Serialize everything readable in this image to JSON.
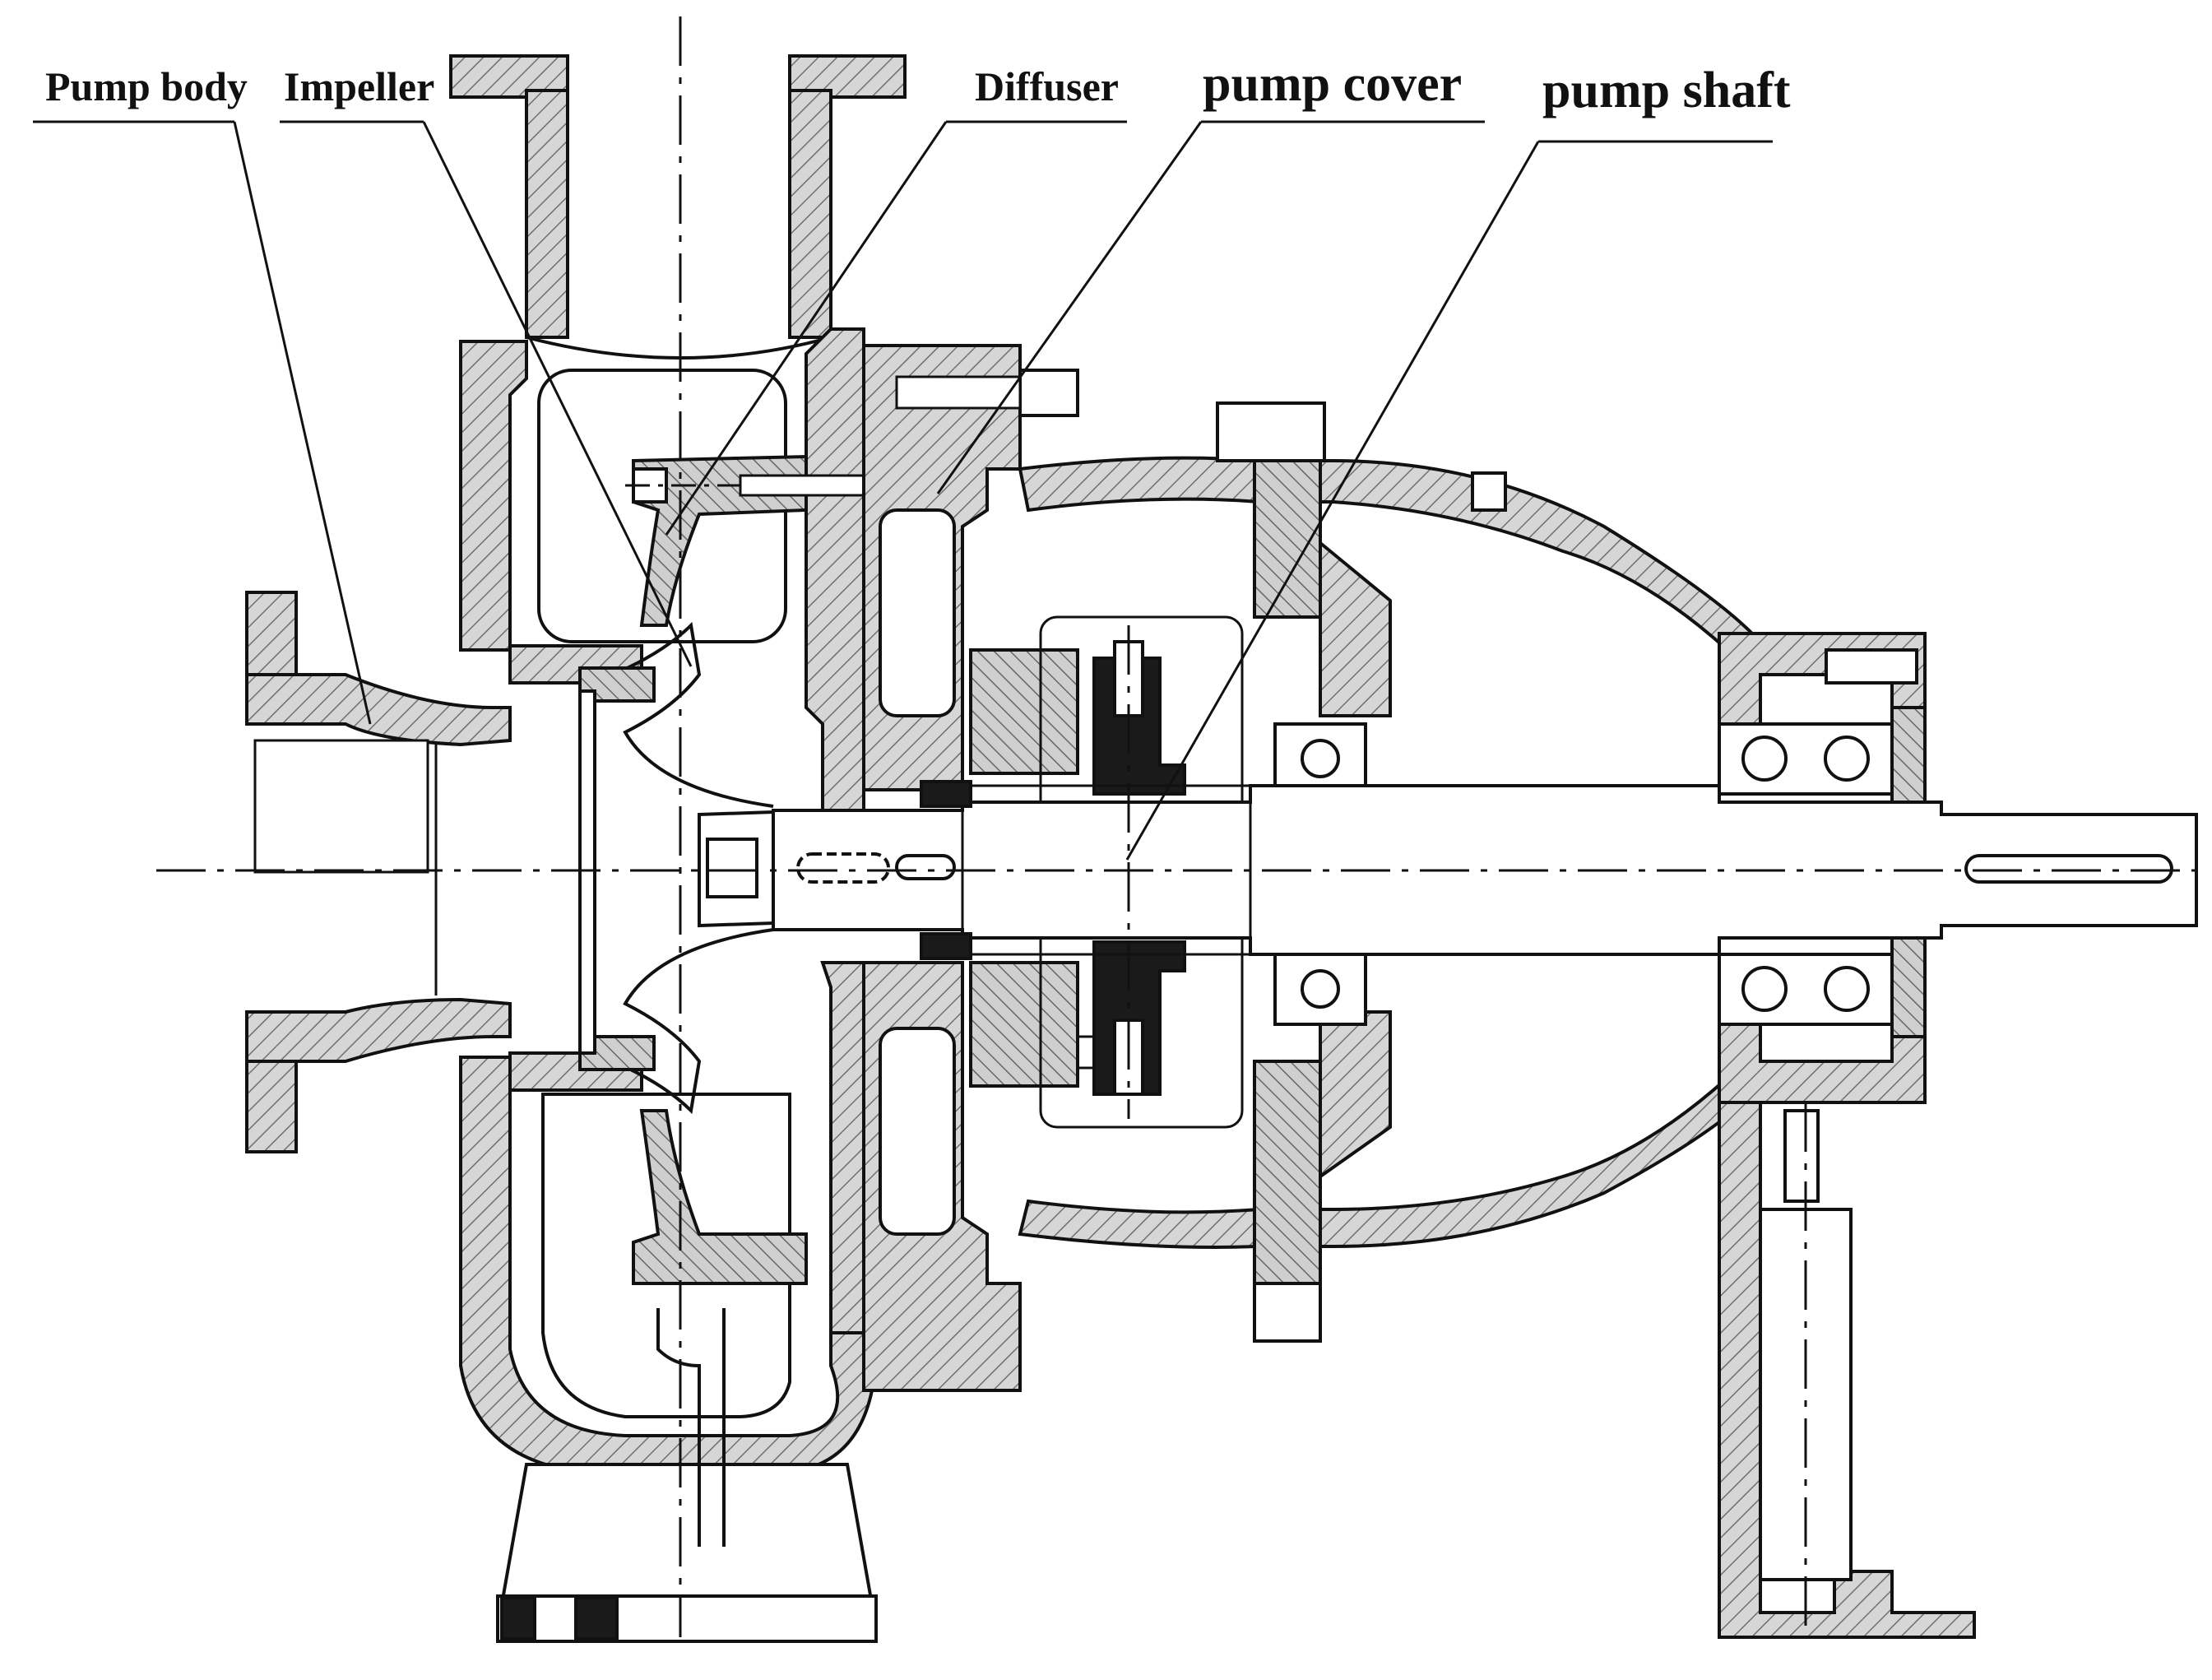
{
  "labels": {
    "pump_body": "Pump body",
    "impeller": "Impeller",
    "diffuser": "Diffuser",
    "pump_cover": "pump cover",
    "pump_shaft": "pump shaft"
  },
  "colors": {
    "ink": "#111111",
    "metal_fill": "#d2d2d2",
    "hatch": "#7a7a7a",
    "background": "#ffffff"
  }
}
